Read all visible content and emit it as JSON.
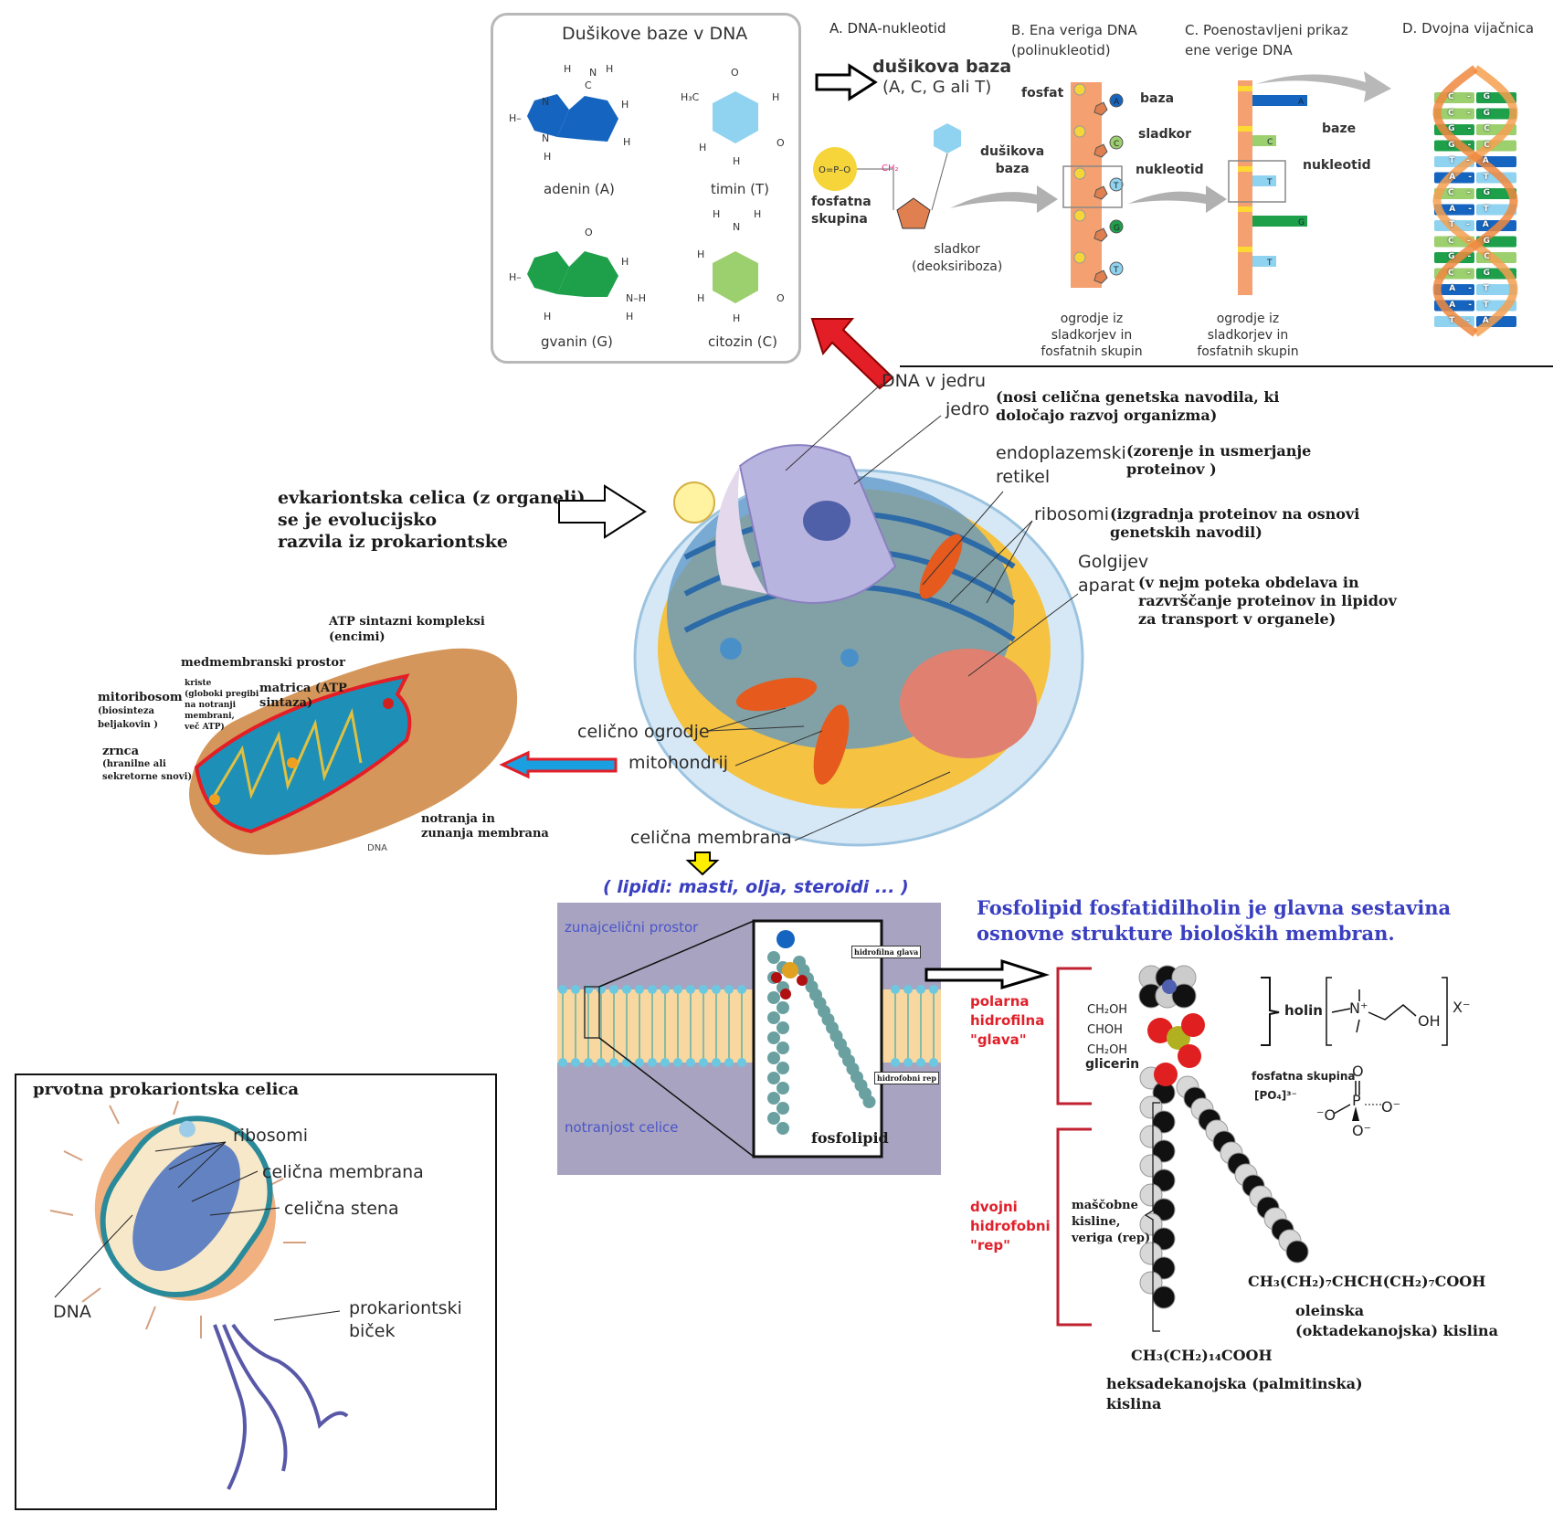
{
  "dna_bases_panel": {
    "title": "Dušikove baze v DNA",
    "bases": [
      {
        "name": "adenin (A)",
        "color": "#1565c0"
      },
      {
        "name": "timin (T)",
        "color": "#8fd3f0"
      },
      {
        "name": "gvanin (G)",
        "color": "#1ea04a"
      },
      {
        "name": "citozin (C)",
        "color": "#9ccf6e"
      }
    ],
    "atoms": {
      "h": "H",
      "n": "N",
      "c": "C",
      "o": "O",
      "h3c": "H₃C"
    }
  },
  "nucleotide_panel": {
    "title": "A. DNA-nukleotid",
    "base_title": "dušikova baza",
    "base_subtitle": "(A, C, G ali T)",
    "phosphate_label_1": "fosfatna",
    "phosphate_label_2": "skupina",
    "base_label_1": "dušikova",
    "base_label_2": "baza",
    "sugar_label_1": "sladkor",
    "sugar_label_2": "(deoksiriboza)",
    "phosphate_formula": "O=P–O",
    "ch2": "CH₂"
  },
  "strand_panel": {
    "title_1": "B. Ena veriga DNA",
    "title_2": "(polinukleotid)",
    "labels": {
      "fosfat": "fosfat",
      "baza": "baza",
      "sladkor": "sladkor",
      "nukleotid": "nukleotid"
    },
    "bases": [
      "A",
      "C",
      "T",
      "G",
      "T"
    ],
    "backbone_1": "ogrodje iz",
    "backbone_2": "sladkorjev in",
    "backbone_3": "fosfatnih skupin"
  },
  "simplified_panel": {
    "title_1": "C. Poenostavljeni prikaz",
    "title_2": "ene verige DNA",
    "bases": [
      "A",
      "C",
      "T",
      "G",
      "T"
    ],
    "label_baze": "baze",
    "label_nukleotid": "nukleotid",
    "backbone_1": "ogrodje iz",
    "backbone_2": "sladkorjev in",
    "backbone_3": "fosfatnih skupin"
  },
  "helix_panel": {
    "title": "D. Dvojna vijačnica",
    "pairs": [
      "C-G",
      "C-G",
      "G-C",
      "G-C",
      "T-A",
      "A-T",
      "C-G",
      "A-T",
      "T-A",
      "C-G",
      "G-C",
      "C-G",
      "A-T",
      "A-T",
      "T-A"
    ]
  },
  "eukaryotic_cell": {
    "intro_1": "evkariontska celica (z organeli)",
    "intro_2": "se je evolucijsko",
    "intro_3": "razvila iz prokariontske",
    "labels": {
      "dna_v_jedru": "DNA v jedru",
      "jedro": "jedro",
      "jedro_desc_1": "(nosi celična genetska navodila, ki",
      "jedro_desc_2": "določajo razvoj organizma)",
      "er_1": "endoplazemski",
      "er_2": "retikel",
      "er_desc_1": "(zorenje in usmerjanje",
      "er_desc_2": "proteinov )",
      "ribosomi": "ribosomi",
      "ribosomi_desc_1": "(izgradnja proteinov na osnovi",
      "ribosomi_desc_2": "genetskih navodil)",
      "golgi_1": "Golgijev",
      "golgi_2": "aparat",
      "golgi_desc_1": "(v nejm poteka obdelava in",
      "golgi_desc_2": "razvrščanje proteinov in lipidov",
      "golgi_desc_3": "za transport v organele)",
      "ogrodje": "celično ogrodje",
      "mitohondrij": "mitohondrij",
      "membrana": "celična membrana"
    }
  },
  "mitochondrion": {
    "atp_complex_1": "ATP sintazni kompleksi",
    "atp_complex_2": "(encimi)",
    "intermembrane": "medmembranski prostor",
    "cristae_1": "kriste",
    "cristae_2": "(globoki pregibi",
    "cristae_3": "na notranji",
    "cristae_4": "membrani,",
    "cristae_5": "več ATP)",
    "matrix_1": "matrica (ATP",
    "matrix_2": "sintaza)",
    "mitoribosome_1": "mitoribosom",
    "mitoribosome_2": "(biosinteza",
    "mitoribosome_3": "beljakovin )",
    "granules_1": "zrnca",
    "granules_2": "(hranilne ali",
    "granules_3": "sekretorne snovi)",
    "dna": "DNA",
    "membranes_1": "notranja in",
    "membranes_2": "zunanja membrana"
  },
  "membrane_panel": {
    "lipids": "( lipidi: masti, olja, steroidi ... )",
    "outside": "zunajcelični prostor",
    "inside": "notranjost celice",
    "head_label": "hidrofilna glava",
    "tail_label": "hidrofobni rep",
    "molecule": "fosfolipid"
  },
  "phospholipid_panel": {
    "title_1": "Fosfolipid fosfatidilholin je glavna sestavina",
    "title_2": "osnovne strukture bioloških membran.",
    "head_1": "polarna",
    "head_2": "hidrofilna",
    "head_3": "\"glava\"",
    "tail_1": "dvojni",
    "tail_2": "hidrofobni",
    "tail_3": "\"rep\"",
    "glycerol_1": "CH₂OH",
    "glycerol_2": "CHOH",
    "glycerol_3": "CH₂OH",
    "glycerol": "glicerin",
    "choline": "holin",
    "choline_formula": "N⁺",
    "choline_oh": "OH",
    "choline_counterion": "X⁻",
    "phosphate": "fosfatna skupina",
    "phosphate_ion": "[PO₄]³⁻",
    "phosphate_atoms": {
      "o_top": "O",
      "p": "P",
      "o_left": "⁻O",
      "o_right": "O⁻",
      "o_bottom": "O⁻"
    },
    "fatty_1": "maščobne",
    "fatty_2": "kisline,",
    "fatty_3": "veriga (rep)",
    "oleic_formula": "CH₃(CH₂)₇CHCH(CH₂)₇COOH",
    "oleic_1": "oleinska",
    "oleic_2": "(oktadekanojska) kislina",
    "palmitic_formula": "CH₃(CH₂)₁₄COOH",
    "palmitic_1": "heksadekanojska (palmitinska)",
    "palmitic_2": "kislina"
  },
  "prokaryotic_cell": {
    "title": "prvotna prokariontska celica",
    "ribosomi": "ribosomi",
    "membrana": "celična membrana",
    "stena": "celična stena",
    "dna": "DNA",
    "flagellum_1": "prokariontski",
    "flagellum_2": "biček"
  },
  "colors": {
    "red_arrow": "#e41e26",
    "blue_arrow": "#1aa0e0",
    "yellow_arrow": "#ffee00",
    "backbone": "#f4a070",
    "phosphate_yellow": "#f5d53a",
    "title_blue": "#3a3fc0",
    "label_red": "#e0202a",
    "membrane_bg": "#a8a3c0"
  }
}
